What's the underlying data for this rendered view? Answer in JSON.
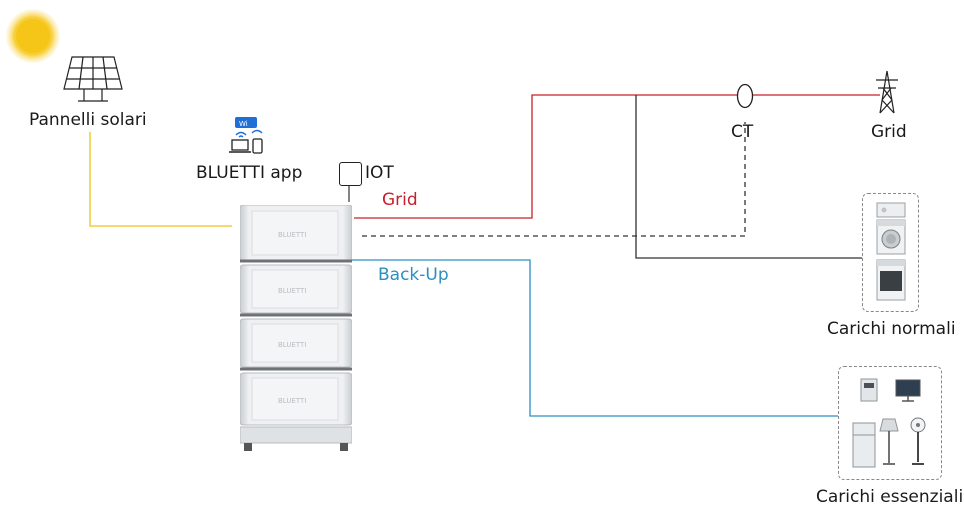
{
  "labels": {
    "solar_panels": "Pannelli solari",
    "app": "BLUETTI app",
    "iot": "IOT",
    "grid_line": "Grid",
    "backup_line": "Back-Up",
    "ct": "CT",
    "grid_tower": "Grid",
    "normal_loads": "Carichi normali",
    "essential_loads": "Carichi essenziali"
  },
  "battery": {
    "brand": "BLUETTI",
    "modules": 4
  },
  "colors": {
    "solar_line": "#f0c419",
    "grid_line": "#c8202a",
    "backup_line": "#2b8fc0",
    "ct_line": "#333333",
    "sun": "#f5c518"
  }
}
